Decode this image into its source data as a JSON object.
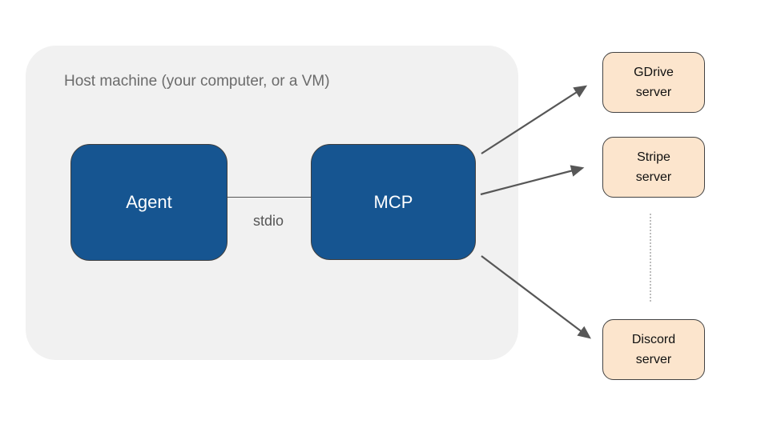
{
  "diagram": {
    "host": {
      "label": "Host machine (your computer, or a VM)"
    },
    "nodes": {
      "agent": {
        "label": "Agent"
      },
      "mcp": {
        "label": "MCP"
      }
    },
    "connection": {
      "label": "stdio"
    },
    "servers": [
      {
        "id": "gdrive",
        "label": "GDrive\nserver"
      },
      {
        "id": "stripe",
        "label": "Stripe\nserver"
      },
      {
        "id": "discord",
        "label": "Discord\nserver"
      }
    ],
    "colors": {
      "host_fill": "#f1f1f1",
      "node_fill": "#165591",
      "node_text": "#ffffff",
      "server_fill": "#fce5cd",
      "server_border": "#434343",
      "arrow": "#575757",
      "muted_text": "#6b6b6b",
      "dotted_line": "#bdbdbd"
    }
  }
}
